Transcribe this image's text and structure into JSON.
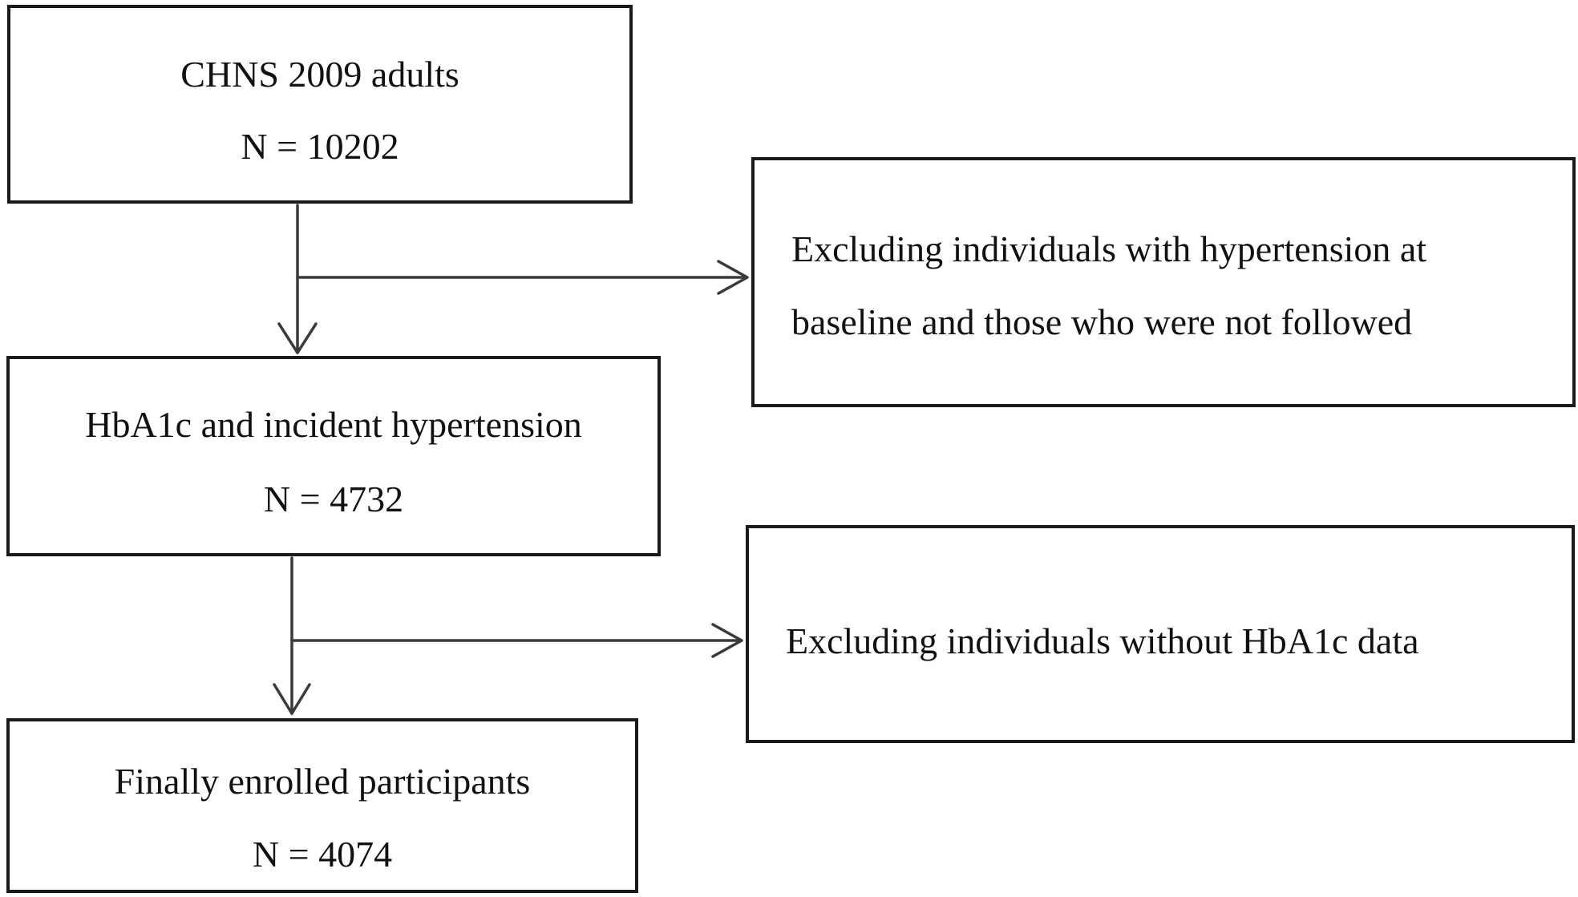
{
  "boxes": {
    "adults": {
      "title": "CHNS 2009 adults",
      "count": "N = 10202"
    },
    "hba1c_hypertension": {
      "title": "HbA1c and incident hypertension",
      "count": "N = 4732"
    },
    "final": {
      "title": "Finally enrolled participants",
      "count": "N = 4074"
    },
    "exclusion_1": {
      "line1": "Excluding individuals with hypertension at",
      "line2": "baseline and those who were not followed"
    },
    "exclusion_2": {
      "line1": "Excluding individuals without HbA1c data"
    }
  }
}
